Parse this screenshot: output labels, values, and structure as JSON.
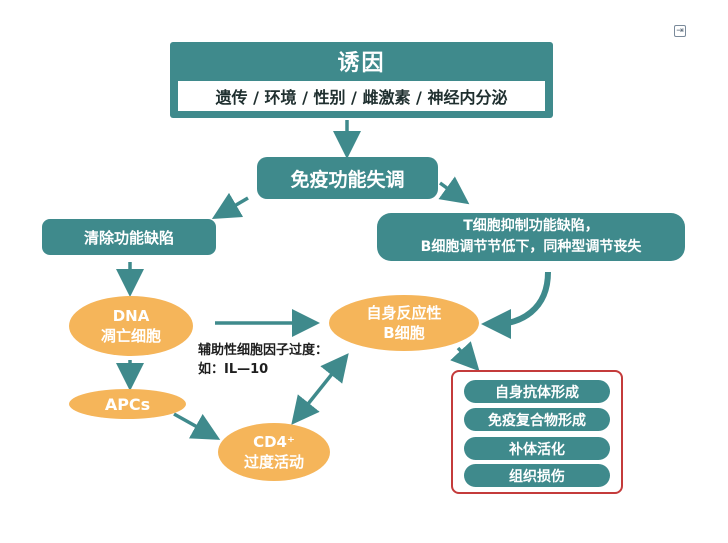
{
  "cause": {
    "title": "诱因",
    "factors": "遗传 / 环境 / 性别 / 雌激素 / 神经内分泌"
  },
  "immune_dysfunction": "免疫功能失调",
  "clearance_defect": "清除功能缺陷",
  "t_cell_defect": {
    "line1": "T细胞抑制功能缺陷，",
    "line2": "B细胞调节节低下，同种型调节丧失"
  },
  "dna": {
    "line1": "DNA",
    "line2": "凋亡细胞"
  },
  "apcs": "APCs",
  "cd4": {
    "line1": "CD4⁺",
    "line2": "过度活动"
  },
  "autoreactive_b": {
    "line1": "自身反应性",
    "line2": "B细胞"
  },
  "helper_factor": {
    "line1": "辅助性细胞因子过度：",
    "line2": "如：IL—10"
  },
  "outcomes": [
    "自身抗体形成",
    "免疫复合物形成",
    "补体活化",
    "组织损伤"
  ],
  "colors": {
    "teal": "#3f8a8c",
    "orange": "#f5b55a",
    "outcome_border": "#c43b3b"
  },
  "icons": {
    "corner": "exit-icon"
  }
}
